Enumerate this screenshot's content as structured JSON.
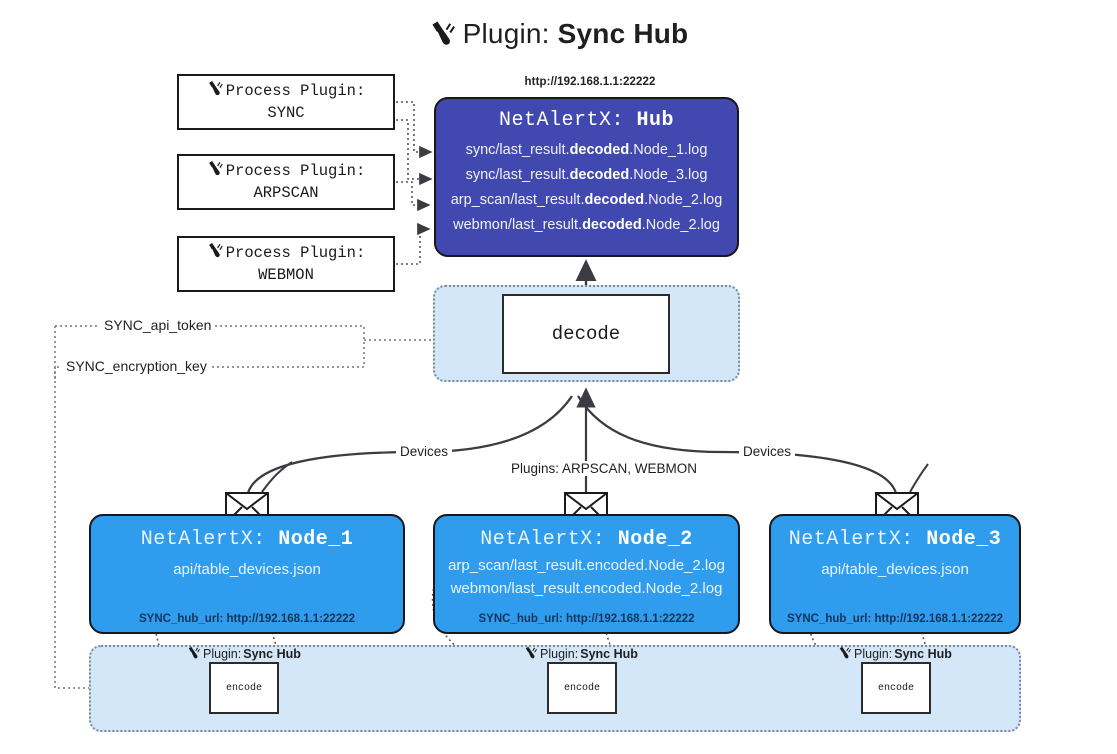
{
  "title": {
    "icon": "plug-icon",
    "prefix": "Plugin:",
    "name": "Sync Hub"
  },
  "process_plugins": [
    {
      "line1": "Process Plugin:",
      "line2": "SYNC"
    },
    {
      "line1": "Process Plugin:",
      "line2": "ARPSCAN"
    },
    {
      "line1": "Process Plugin:",
      "line2": "WEBMON"
    }
  ],
  "hub": {
    "url": "http://192.168.1.1:22222",
    "title_prefix": "NetAlertX:",
    "title_name": "Hub",
    "loglines": [
      {
        "pre": "sync/last_result.",
        "mid": "decoded",
        "post": ".Node_1.log"
      },
      {
        "pre": "sync/last_result.",
        "mid": "decoded",
        "post": ".Node_3.log"
      },
      {
        "pre": "arp_scan/last_result.",
        "mid": "decoded",
        "post": ".Node_2.log"
      },
      {
        "pre": "webmon/last_result.",
        "mid": "decoded",
        "post": ".Node_2.log"
      }
    ]
  },
  "decode": {
    "label": "decode"
  },
  "keys": {
    "api_token": "SYNC_api_token",
    "encryption_key": "SYNC_encryption_key"
  },
  "edges": {
    "devices_left": "Devices",
    "devices_right": "Devices",
    "plugins_center": "Plugins: ARPSCAN, WEBMON"
  },
  "nodes": [
    {
      "title_prefix": "NetAlertX:",
      "title_name": "Node_1",
      "lines": [
        "api/table_devices.json"
      ],
      "url_label": "SYNC_hub_url: http://192.168.1.1:22222"
    },
    {
      "title_prefix": "NetAlertX:",
      "title_name": "Node_2",
      "lines": [
        "arp_scan/last_result.encoded.Node_2.log",
        "webmon/last_result.encoded.Node_2.log"
      ],
      "url_label": "SYNC_hub_url: http://192.168.1.1:22222"
    },
    {
      "title_prefix": "NetAlertX:",
      "title_name": "Node_3",
      "lines": [
        "api/table_devices.json"
      ],
      "url_label": "SYNC_hub_url: http://192.168.1.1:22222"
    }
  ],
  "bottom": {
    "plugin_prefix": "Plugin:",
    "plugin_name": "Sync Hub",
    "encode_label": "encode"
  },
  "colors": {
    "hub_fill": "#4149b0",
    "node_fill": "#2f9ced",
    "container_fill": "#d4e7f8",
    "stroke": "#17171c",
    "dotted_stroke": "#7a8a99",
    "background": "#ffffff"
  }
}
